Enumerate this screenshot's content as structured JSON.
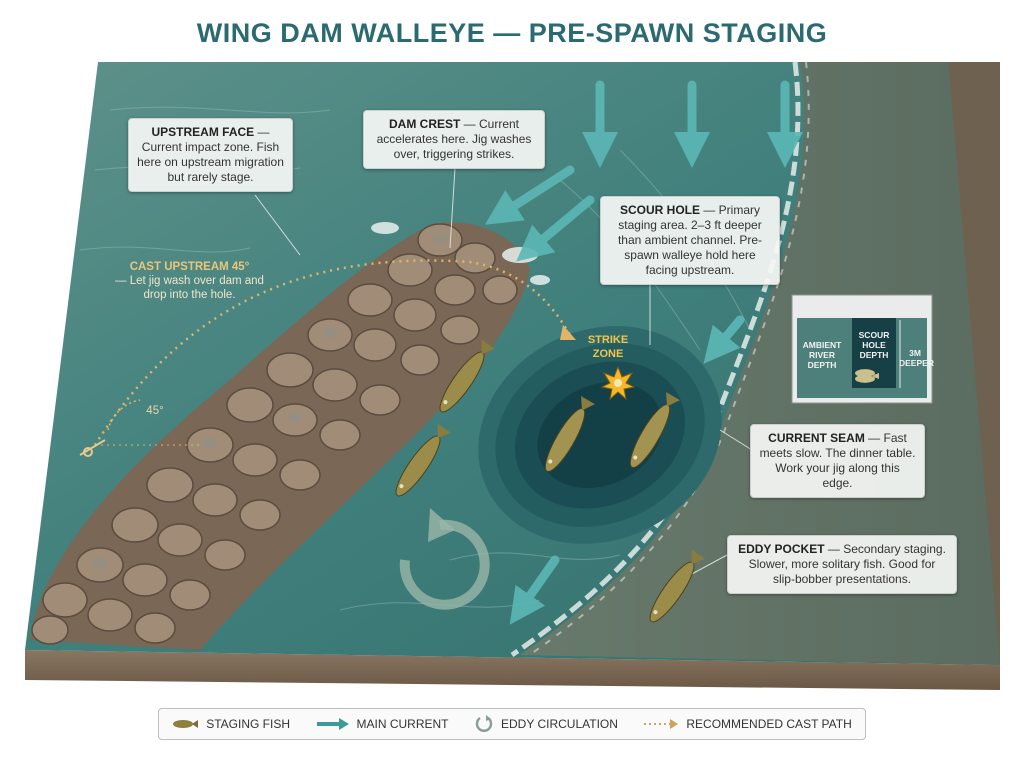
{
  "title": "WING DAM WALLEYE — PRE-SPAWN STAGING",
  "callouts": {
    "upstream_face": {
      "head": "UPSTREAM FACE",
      "body": " — Current impact zone. Fish here on upstream migration but rarely stage."
    },
    "dam_crest": {
      "head": "DAM CREST",
      "body": " — Current accelerates here. Jig washes over, triggering strikes."
    },
    "scour_hole": {
      "head": "SCOUR HOLE",
      "body": " — Primary staging area. 2–3 ft deeper than ambient channel. Pre-spawn walleye hold here facing upstream."
    },
    "current_seam": {
      "head": "CURRENT SEAM",
      "body": " — Fast meets slow. The dinner table. Work your jig along this edge."
    },
    "eddy_pocket": {
      "head": "EDDY POCKET",
      "body": " — Secondary staging. Slower, more solitary fish. Good for slip-bobber presentations."
    }
  },
  "cast": {
    "head": "CAST UPSTREAM 45°",
    "body": "— Let jig wash over dam and drop into the hole.",
    "angle_label": "45°"
  },
  "strike_zone": {
    "line1": "STRIKE",
    "line2": "ZONE"
  },
  "inset": {
    "ambient_line1": "AMBIENT",
    "ambient_line2": "RIVER",
    "ambient_line3": "DEPTH",
    "scour_line1": "SCOUR",
    "scour_line2": "HOLE",
    "scour_line3": "DEPTH",
    "deeper_line1": "3M",
    "deeper_line2": "DEEPER"
  },
  "legend": {
    "staging_fish": "STAGING FISH",
    "main_current": "MAIN CURRENT",
    "eddy_circulation": "EDDY CIRCULATION",
    "cast_path": "RECOMMENDED CAST PATH"
  },
  "colors": {
    "title": "#2a6a70",
    "water": "#3f7f7c",
    "deep_water": "#12434a",
    "current_arrow": "#5bb8b5",
    "cast_path": "#e2b46a",
    "strike": "#f4b92a",
    "rock": "#9a8470"
  }
}
